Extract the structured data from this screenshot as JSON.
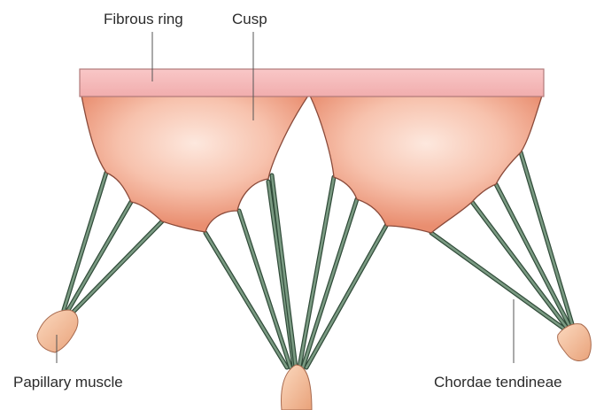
{
  "labels": {
    "fibrous_ring": "Fibrous ring",
    "cusp": "Cusp",
    "papillary_muscle": "Papillary muscle",
    "chordae_tendineae": "Chordae tendineae"
  },
  "colors": {
    "ring_fill": "#f6b9b9",
    "ring_stroke": "#b07a7a",
    "cusp_outer": "#ec9b7f",
    "cusp_inner": "#fde3d8",
    "cusp_stroke": "#8a4a3a",
    "chord": "#7a9a82",
    "chord_stroke": "#2f4a38",
    "muscle_outer": "#ecaa84",
    "muscle_inner": "#fbd9bf",
    "leader": "#555555"
  }
}
